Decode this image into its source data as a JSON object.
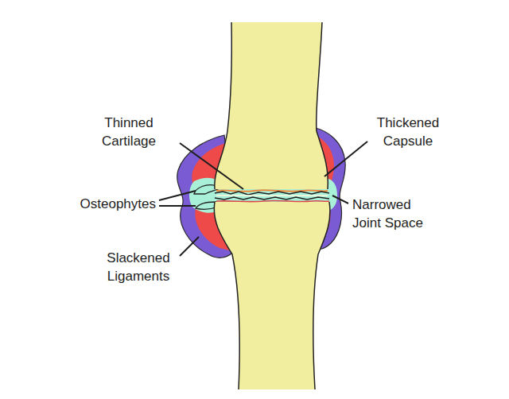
{
  "diagram": {
    "labels": [
      "Thinned Cartilage",
      "Thickened Capsule",
      "Osteophytes",
      "Narrowed Joint Space",
      "Slackened Ligaments"
    ]
  }
}
